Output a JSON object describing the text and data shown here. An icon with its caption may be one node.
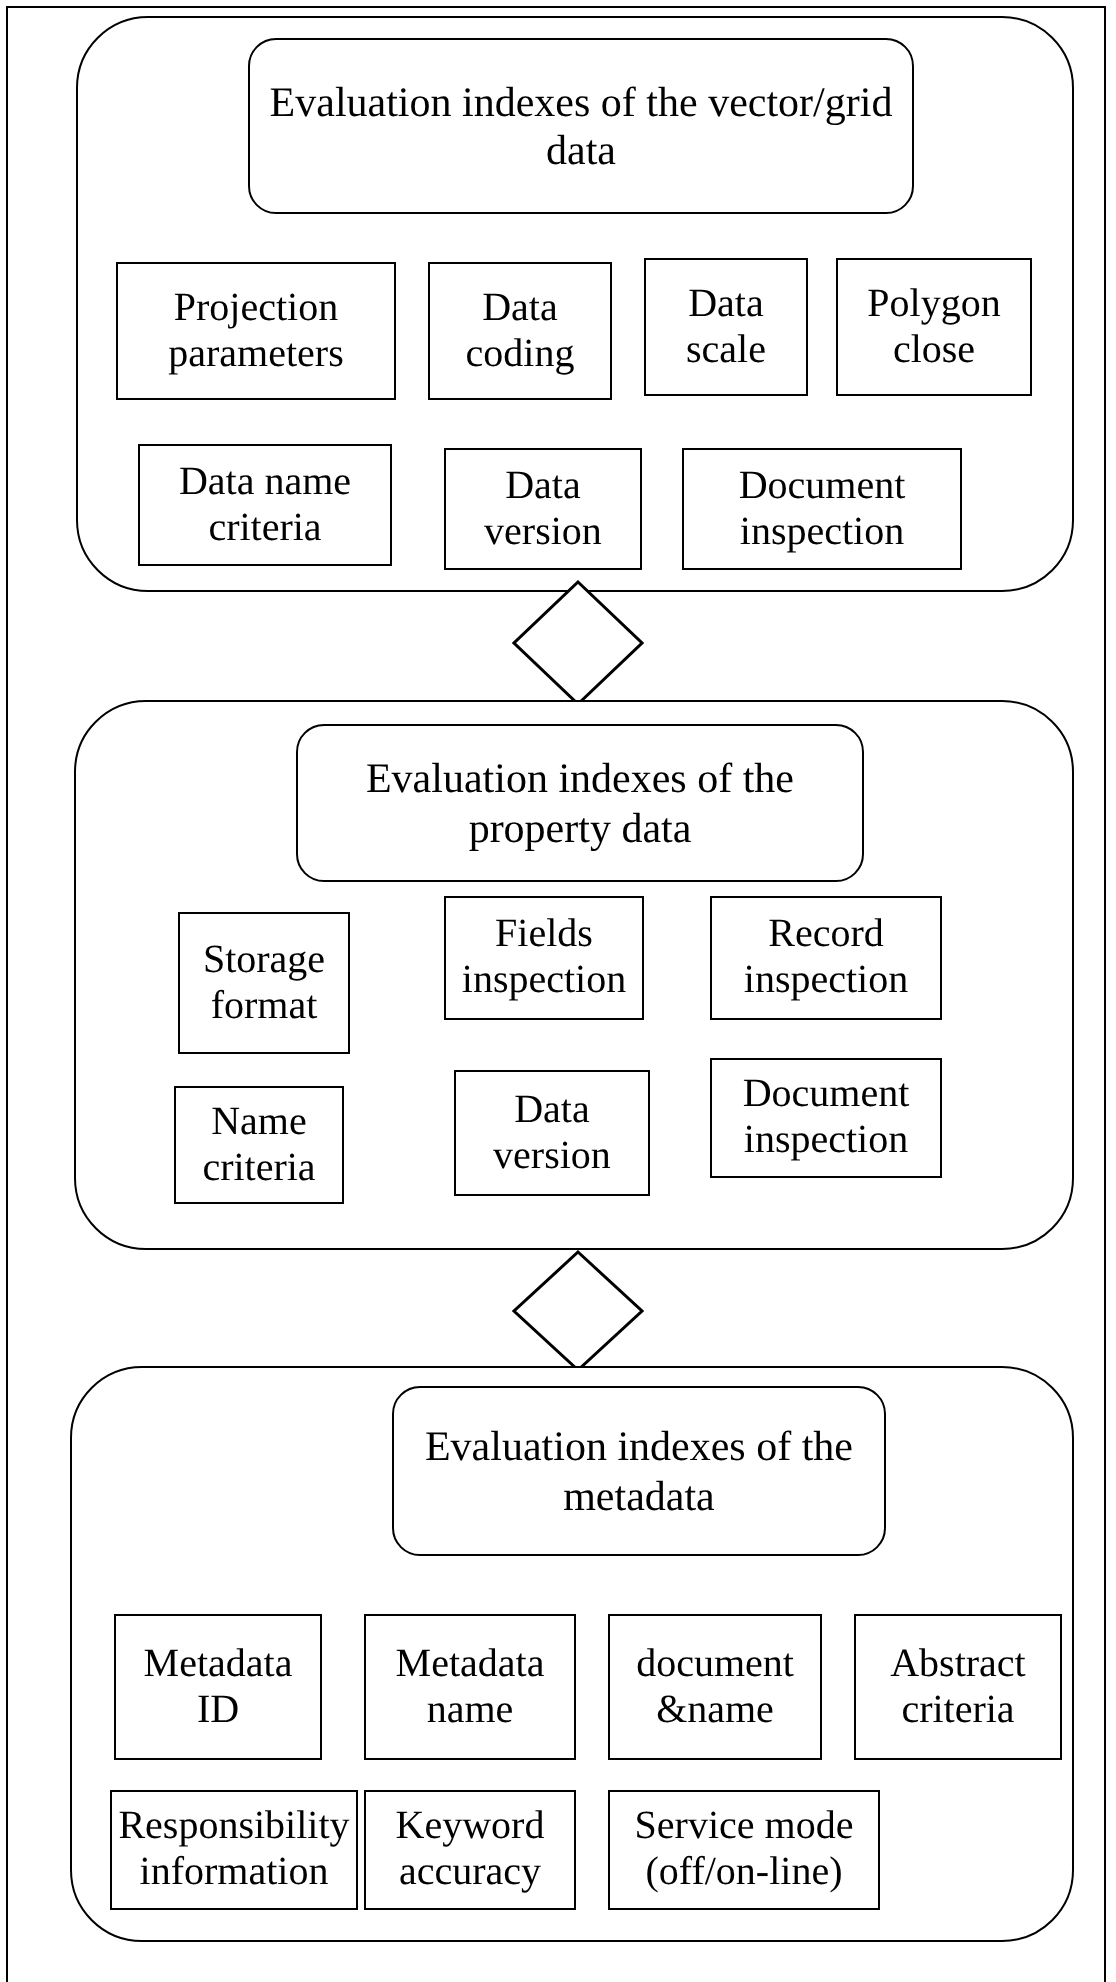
{
  "diagram": {
    "nodes": [
      {
        "text": [],
        "shape": "box"
      },
      {
        "text": [
          "Evaluation indexes of the vector/grid data"
        ],
        "in": 0
      },
      {
        "text": [
          "Projection parameters"
        ],
        "in": 0
      },
      {
        "text": [
          "Data coding"
        ],
        "in": 0
      },
      {
        "text": [
          "Data scale"
        ],
        "in": 0
      },
      {
        "text": [
          "Polygon close"
        ],
        "in": 0
      },
      {
        "text": [
          "Data name criteria"
        ],
        "in": 0
      },
      {
        "text": [
          "Data version"
        ],
        "in": 0
      },
      {
        "text": [
          "Document inspection"
        ],
        "in": 0
      },
      {
        "text": [],
        "shape": "diamond"
      },
      {
        "text": [],
        "shape": "box"
      },
      {
        "text": [
          "Evaluation indexes of the property data"
        ],
        "in": 10
      },
      {
        "text": [
          "Storage format"
        ],
        "in": 10
      },
      {
        "text": [
          "Fields inspection"
        ],
        "in": 10
      },
      {
        "text": [
          "Record inspection"
        ],
        "in": 10
      },
      {
        "text": [
          "Name criteria"
        ],
        "in": 10
      },
      {
        "text": [
          "Data version"
        ],
        "in": 10
      },
      {
        "text": [
          "Document inspection"
        ],
        "in": 10
      },
      {
        "text": [],
        "shape": "diamond"
      },
      {
        "text": [],
        "shape": "box"
      },
      {
        "text": [
          "Evaluation indexes of the metadata"
        ],
        "in": 19
      },
      {
        "text": [
          "Metadata ID"
        ],
        "in": 19
      },
      {
        "text": [
          "Metadata name"
        ],
        "in": 19
      },
      {
        "text": [
          "document &name"
        ],
        "in": 19
      },
      {
        "text": [
          "Abstract criteria"
        ],
        "in": 19
      },
      {
        "text": [
          "Responsibility information"
        ],
        "in": 19
      },
      {
        "text": [
          "Keyword accuracy"
        ],
        "in": 19
      },
      {
        "text": [
          "Service mode (off/on-line)"
        ],
        "in": 19
      }
    ]
  }
}
